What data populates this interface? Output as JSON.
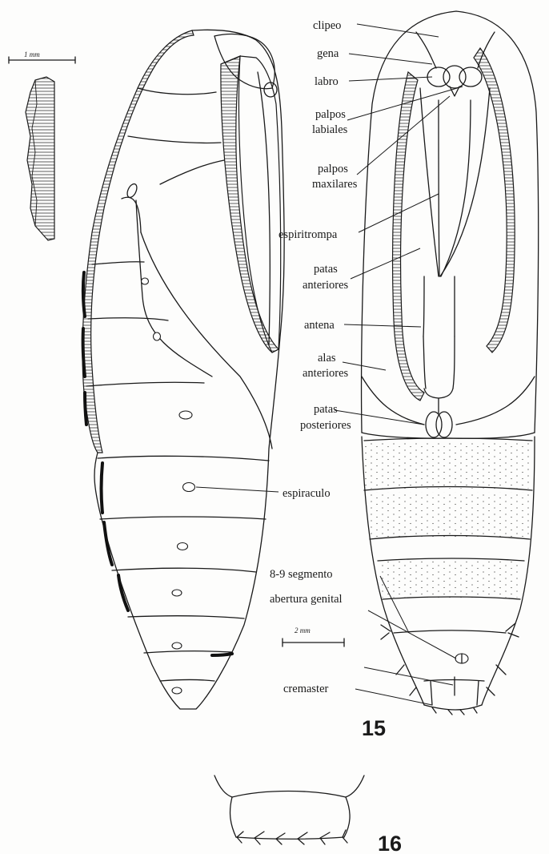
{
  "figures": {
    "fig15_number": "15",
    "fig16_number": "16"
  },
  "scale_bars": {
    "small": "1 mm",
    "large": "2 mm"
  },
  "labels": {
    "clipeo": "clipeo",
    "gena": "gena",
    "labro": "labro",
    "palpos_labiales_1": "palpos",
    "palpos_labiales_2": "labiales",
    "palpos_maxilares_1": "palpos",
    "palpos_maxilares_2": "maxilares",
    "espiritrompa": "espiritrompa",
    "patas_anteriores_1": "patas",
    "patas_anteriores_2": "anteriores",
    "antena": "antena",
    "alas_anteriores_1": "alas",
    "alas_anteriores_2": "anteriores",
    "patas_posteriores_1": "patas",
    "patas_posteriores_2": "posteriores",
    "espiraculo": "espiraculo",
    "segmento_8_9": "8-9 segmento",
    "abertura_genital": "abertura genital",
    "cremaster": "cremaster"
  }
}
